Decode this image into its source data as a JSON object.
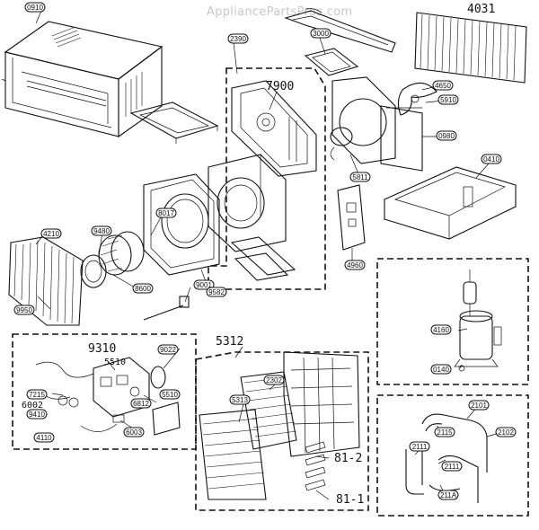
{
  "watermark": "AppliancePartsPros.com",
  "part_tags": {
    "t0910": "0910",
    "t2390": "2390",
    "t3000": "3000",
    "t4031": "4031",
    "t7900": "7900",
    "t4650": "4650",
    "t5910": "5910",
    "t0980": "0980",
    "t0410": "0410",
    "t5811": "5811",
    "t8017": "8017",
    "t4210": "4210",
    "t9480": "9480",
    "t8600": "8600",
    "t9001": "9001",
    "t9582": "9582",
    "t4960": "4960",
    "t9950": "9950",
    "t9310": "9310",
    "t5510a": "5510",
    "t9022": "9022",
    "t7215": "7215",
    "t6002": "6002",
    "t9410": "9410",
    "t5510b": "5510",
    "t6812": "6812",
    "t6003": "6003",
    "t4110": "4110",
    "t5312": "5312",
    "t5313": "5313",
    "t2302": "2302",
    "t81_2": "81-2",
    "t81_1": "81-1",
    "t4160": "4160",
    "t0140": "0140",
    "t2101": "2101",
    "t2115": "2115",
    "t2102": "2102",
    "t2111a": "2111",
    "t2111b": "2111",
    "t211a": "211A"
  }
}
